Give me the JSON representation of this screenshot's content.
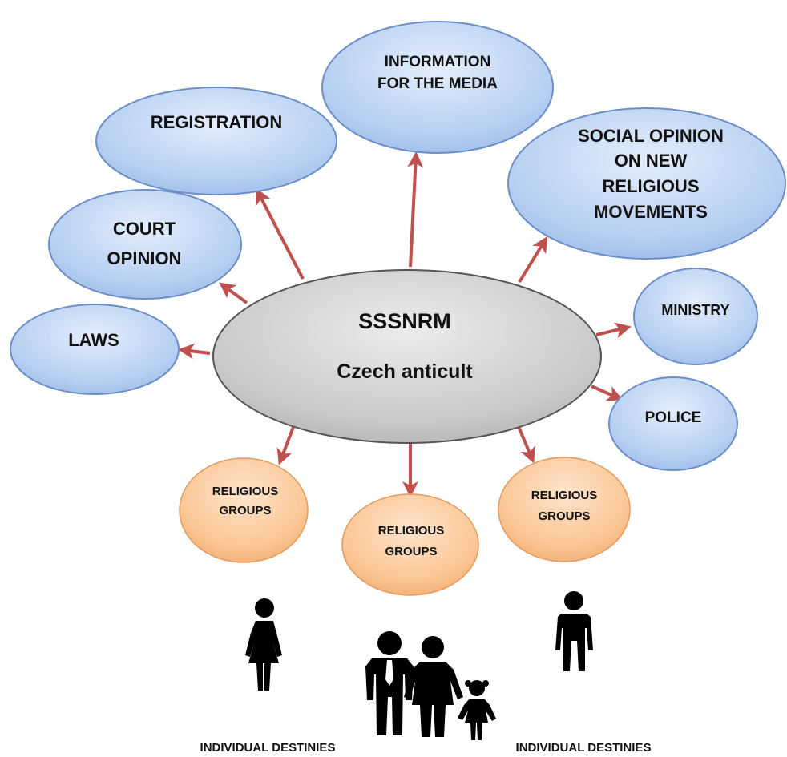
{
  "center": {
    "title": "SSSNRM",
    "subtitle": "Czech anticult"
  },
  "outer_nodes": {
    "registration": "REGISTRATION",
    "media_line1": "INFORMATION",
    "media_line2": "FOR THE MEDIA",
    "social_line1": "SOCIAL OPINION",
    "social_line2": "ON NEW",
    "social_line3": "RELIGIOUS",
    "social_line4": "MOVEMENTS",
    "court_line1": "COURT",
    "court_line2": "OPINION",
    "laws": "LAWS",
    "ministry": "MINISTRY",
    "police": "POLICE"
  },
  "groups": [
    {
      "line1": "RELIGIOUS",
      "line2": "GROUPS"
    },
    {
      "line1": "RELIGIOUS",
      "line2": "GROUPS"
    },
    {
      "line1": "RELIGIOUS",
      "line2": "GROUPS"
    }
  ],
  "footer": {
    "left": "INDIVIDUAL DESTINIES",
    "right": "INDIVIDUAL DESTINIES"
  },
  "colors": {
    "blue_fill": "#b9d2f3",
    "blue_stroke": "#6c8fc7",
    "center_fill": "#c8c8c8",
    "orange_fill": "#fbc89a",
    "orange_stroke": "#e29a5e",
    "arrow": "#c0504d",
    "people": "#000000"
  },
  "icons": [
    "woman-icon",
    "family-icon",
    "man-icon"
  ]
}
